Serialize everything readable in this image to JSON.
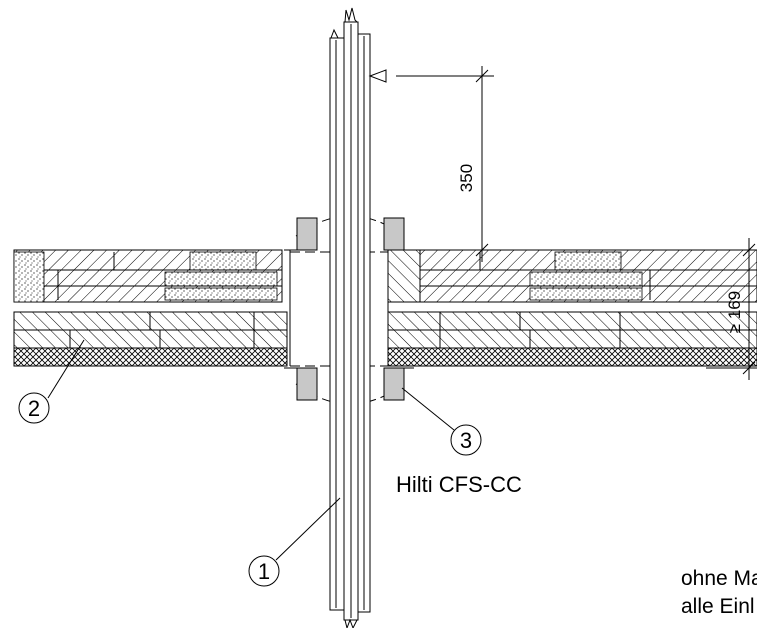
{
  "callouts": [
    {
      "id": "1",
      "label": "1"
    },
    {
      "id": "2",
      "label": "2"
    },
    {
      "id": "3",
      "label": "3"
    }
  ],
  "product_label": "Hilti CFS-CC",
  "dimensions": {
    "distance": "350",
    "thickness": "≥ 169"
  },
  "note": {
    "line1": "ohne Ma",
    "line2": "alle Einl"
  },
  "colors": {
    "line": "#000000",
    "sealant": "#c8c8c8",
    "background": "#ffffff"
  }
}
